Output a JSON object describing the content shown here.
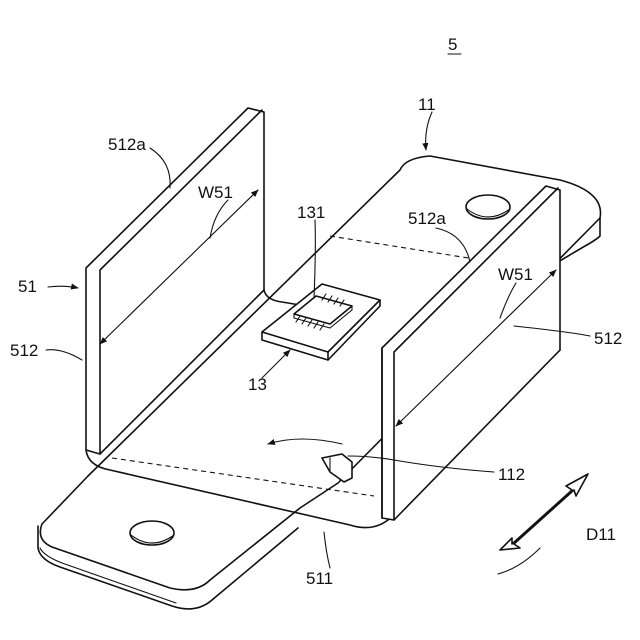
{
  "figure": {
    "number": "5",
    "labels": {
      "ref_11": "11",
      "ref_512a_left": "512a",
      "ref_512a_right": "512a",
      "ref_w51_left": "W51",
      "ref_w51_right": "W51",
      "ref_131": "131",
      "ref_51": "51",
      "ref_512_left": "512",
      "ref_512_right": "512",
      "ref_13": "13",
      "ref_112": "112",
      "ref_511": "511",
      "ref_d11": "D11"
    }
  }
}
